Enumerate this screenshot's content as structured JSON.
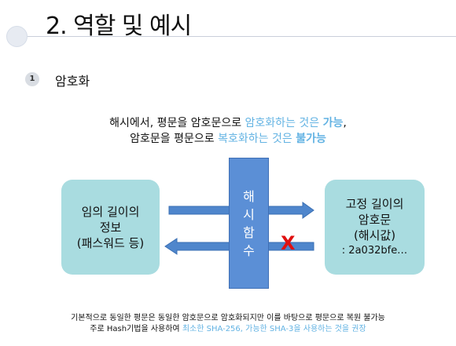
{
  "slide": {
    "title": "2. 역할 및 예시",
    "section": {
      "number": "1",
      "label": "암호화"
    },
    "intro": {
      "line1_a": "해시에서, 평문을 암호문으로 ",
      "line1_b": "암호화하는 것은 ",
      "line1_c": "가능",
      "line1_d": ",",
      "line2_a": "암호문을 평문으로 ",
      "line2_b": "복호화하는 것은 ",
      "line2_c": "불가능"
    },
    "left_box": {
      "line1": "임의 길이의",
      "line2": "정보",
      "line3": "(패스워드 등)"
    },
    "hash_bar": {
      "chars": [
        "해",
        "시",
        "함",
        "수"
      ]
    },
    "right_box": {
      "line1": "고정 길이의",
      "line2": "암호문",
      "line3": "(해시값)",
      "line4": ": 2a032bfe…"
    },
    "x_mark": "X",
    "footer": {
      "line1": "기본적으로 동일한 평문은 동일한 암호문으로 암호화되지만 이를 바탕으로 평문으로 복원 불가능",
      "line2_a": "주로 Hash기법을 사용하여 ",
      "line2_b": "최소한 SHA-256, 가능한 SHA-3을 사용하는 것을 권장"
    },
    "colors": {
      "box": "#a9dce0",
      "hash_bar": "#5b8fd6",
      "arrow": "#4f86cc",
      "highlight": "#63b3e3",
      "x_mark": "#e01010"
    }
  }
}
